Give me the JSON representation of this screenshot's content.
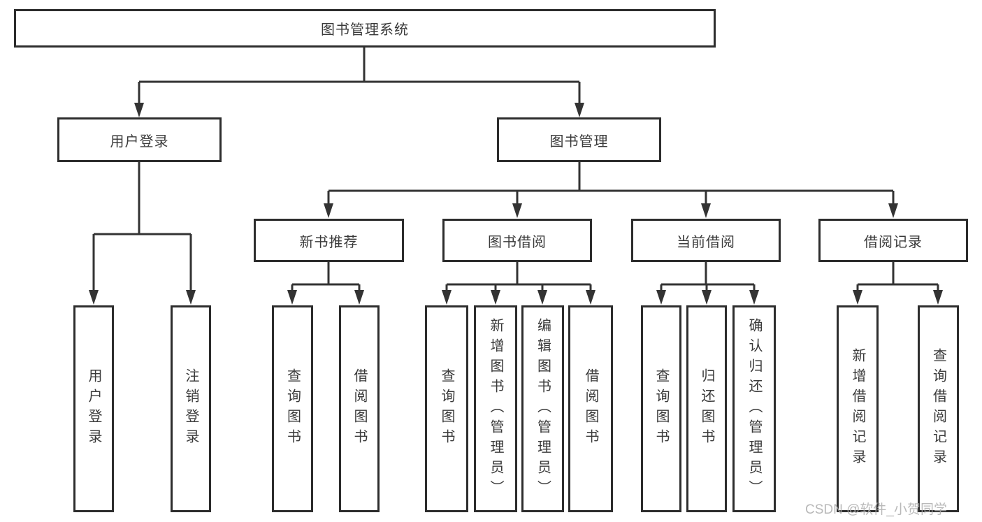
{
  "diagram": {
    "title": "图书管理系统",
    "level2": [
      {
        "label": "用户登录"
      },
      {
        "label": "图书管理"
      }
    ],
    "level3": [
      {
        "label": "新书推荐"
      },
      {
        "label": "图书借阅"
      },
      {
        "label": "当前借阅"
      },
      {
        "label": "借阅记录"
      }
    ],
    "leaves": [
      {
        "label": "用户登录"
      },
      {
        "label": "注销登录"
      },
      {
        "label": "查询图书"
      },
      {
        "label": "借阅图书"
      },
      {
        "label": "查询图书"
      },
      {
        "label": "新增图书（管理员）"
      },
      {
        "label": "编辑图书（管理员）"
      },
      {
        "label": "借阅图书"
      },
      {
        "label": "查询图书"
      },
      {
        "label": "归还图书"
      },
      {
        "label": "确认归还（管理员）"
      },
      {
        "label": "新增借阅记录"
      },
      {
        "label": "查询借阅记录"
      }
    ],
    "watermark": "CSDN @软件_小贺同学",
    "colors": {
      "line": "#333333",
      "box_border": "#2d2d2d",
      "text": "#3a3a3a",
      "watermark": "#adadad",
      "background": "#ffffff"
    }
  }
}
